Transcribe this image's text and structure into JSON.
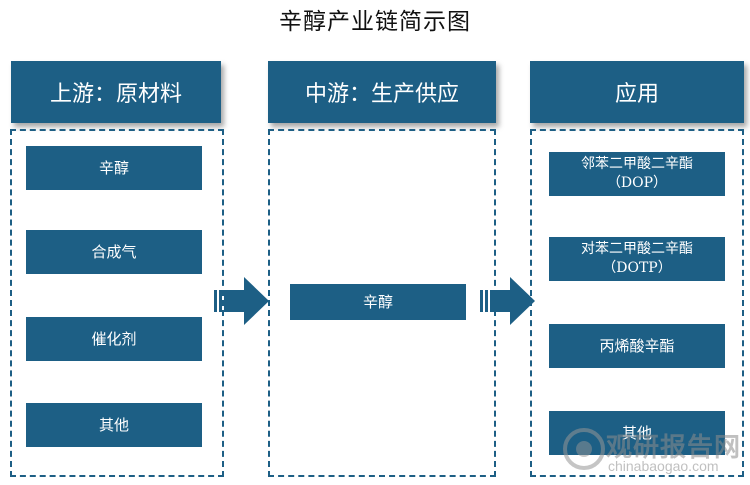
{
  "title": "辛醇产业链简示图",
  "columns": {
    "upstream": {
      "header": "上游：原材料",
      "items": [
        "辛醇",
        "合成气",
        "催化剂",
        "其他"
      ]
    },
    "midstream": {
      "header": "中游：生产供应",
      "items": [
        "辛醇"
      ]
    },
    "application": {
      "header": "应用",
      "items": [
        {
          "line1": "邻苯二甲酸二辛酯",
          "line2": "（DOP）"
        },
        {
          "line1": "对苯二甲酸二辛酯",
          "line2": "（DOTP）"
        },
        {
          "line1": "丙烯酸辛酯",
          "line2": ""
        },
        {
          "line1": "其他",
          "line2": ""
        }
      ]
    }
  },
  "watermark": {
    "name": "观研报告网",
    "url": "chinabaogao.com"
  },
  "colors": {
    "primary": "#1d5f85",
    "text_on_primary": "#ffffff"
  },
  "icons": [
    "flow-arrow-icon",
    "logo-icon"
  ]
}
